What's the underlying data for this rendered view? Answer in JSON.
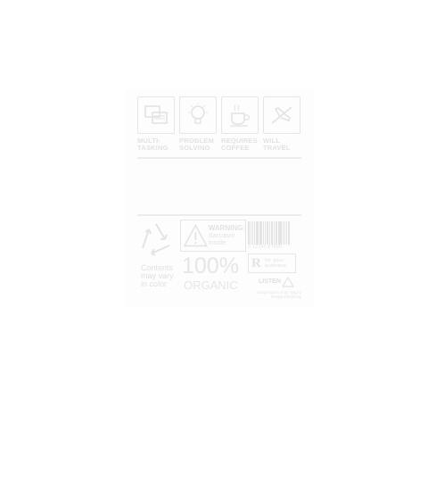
{
  "icons": [
    {
      "name": "multi-tasking",
      "line1": "MULTI-",
      "line2": "TASKING",
      "icon": "multitask-icon"
    },
    {
      "name": "problem-solving",
      "line1": "PROBLEM",
      "line2": "SOLVING",
      "icon": "lightbulb-icon"
    },
    {
      "name": "requires-coffee",
      "line1": "REQUIRES",
      "line2": "COFFEE",
      "icon": "coffee-cup-icon"
    },
    {
      "name": "will-travel",
      "line1": "WILL",
      "line2": "TRAVEL",
      "icon": "airplane-icon"
    }
  ],
  "warning": {
    "title": "WARNING:",
    "line1": "Sarcasm",
    "line2": "inside"
  },
  "contents": {
    "line1": "Contents",
    "line2": "may vary",
    "line3": "in color"
  },
  "organic": {
    "percent": "100%",
    "word": "ORGANIC"
  },
  "badge": {
    "letter": "R",
    "line1": "for your",
    "line2": "business"
  },
  "fine_print": "LISTEN",
  "small_note": {
    "line1": "Long hours may apply",
    "line2": "Image Rotating"
  },
  "barcode_number": "0 12345 67890",
  "colors": {
    "ink": "#e4e4e4",
    "background": "#ffffff"
  }
}
